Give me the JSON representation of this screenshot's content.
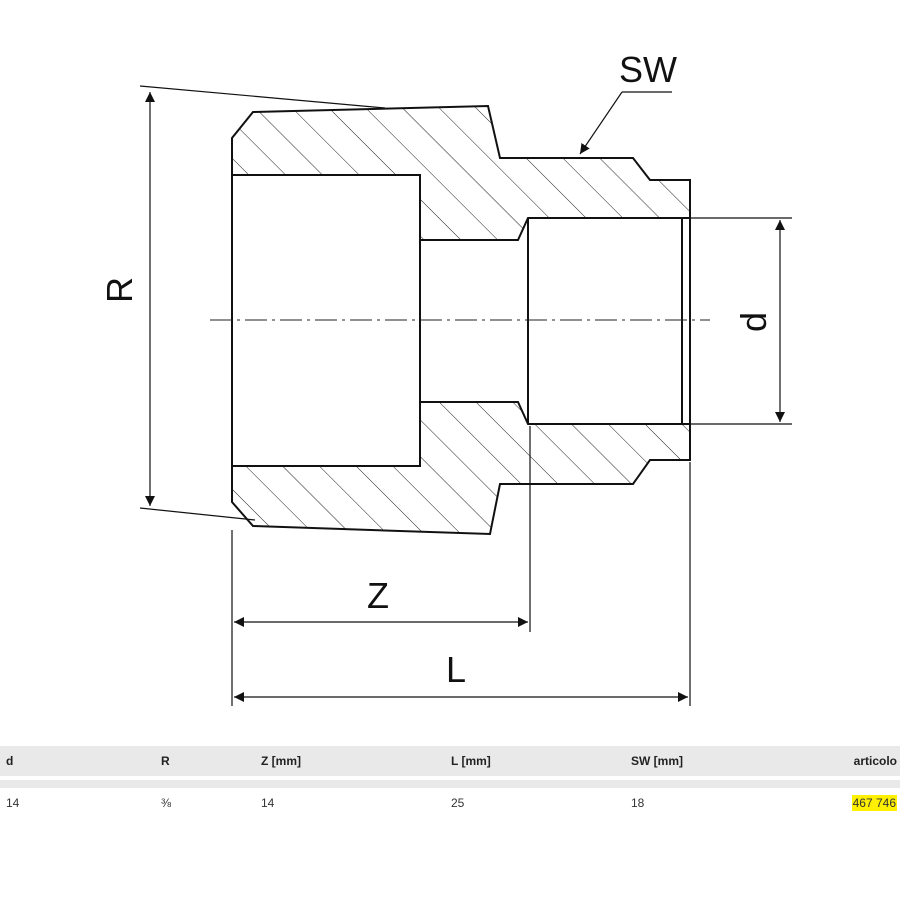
{
  "drawing": {
    "labels": {
      "R": "R",
      "SW": "SW",
      "d": "d",
      "Z": "Z",
      "L": "L"
    }
  },
  "table": {
    "headers": [
      "d",
      "R",
      "Z [mm]",
      "L [mm]",
      "SW [mm]",
      "articolo"
    ],
    "rows": [
      [
        "14",
        "⅜",
        "14",
        "25",
        "18",
        "467 746"
      ]
    ],
    "highlight_color": "#ffef00"
  }
}
